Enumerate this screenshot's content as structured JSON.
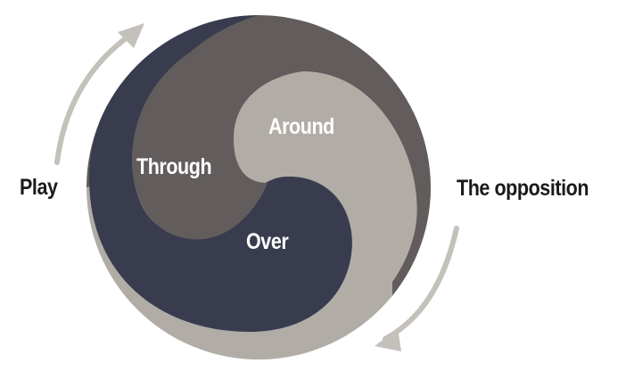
{
  "diagram": {
    "labels": {
      "left": "Play",
      "right": "The opposition",
      "through": "Through",
      "around": "Around",
      "over": "Over"
    },
    "colors": {
      "navy": "#383c4e",
      "dark_taupe": "#625d5c",
      "light_taupe": "#b1ada6",
      "arrow": "#c4c1bb",
      "text_dark": "#1a1a1a",
      "text_light": "#ffffff"
    },
    "icons": {
      "left_arrow": "curved-arrow-up-icon",
      "right_arrow": "curved-arrow-down-icon"
    }
  }
}
